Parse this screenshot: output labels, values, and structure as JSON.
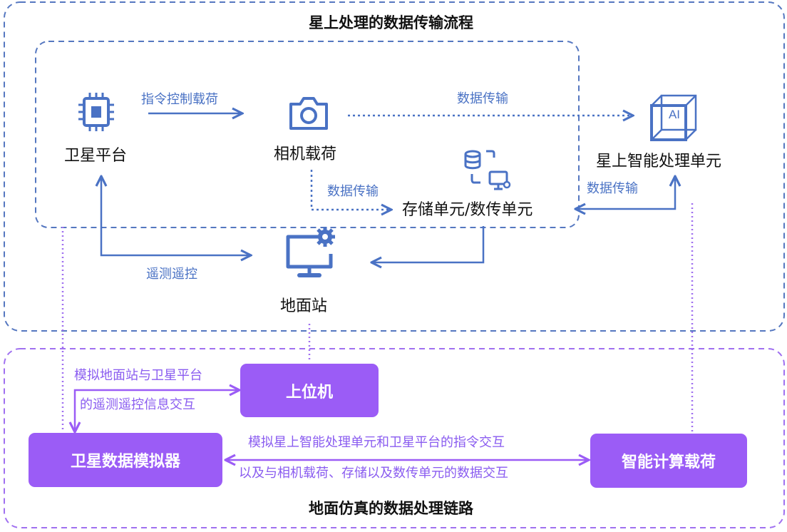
{
  "top_section": {
    "title": "星上处理的数据传输流程",
    "nodes": {
      "satellite_platform": "卫星平台",
      "camera_payload": "相机载荷",
      "onboard_ai_unit": "星上智能处理单元",
      "storage_transmission_unit": "存储单元/数传单元",
      "ground_station": "地面站"
    },
    "edges": {
      "command_control_payload": "指令控制载荷",
      "data_transmission_camera_to_ai": "数据传输",
      "data_transmission_camera_to_storage": "数据传输",
      "data_transmission_ai_storage": "数据传输",
      "telemetry_telecontrol": "遥测遥控"
    },
    "ai_cube_label": "AI"
  },
  "bottom_section": {
    "title": "地面仿真的数据处理链路",
    "boxes": {
      "host_computer": "上位机",
      "satellite_data_simulator": "卫星数据模拟器",
      "intelligent_computing_payload": "智能计算载荷"
    },
    "edges": {
      "sim_ground_line1": "模拟地面站与卫星平台",
      "sim_ground_line2": "的遥测遥控信息交互",
      "sim_ai_line1": "模拟星上智能处理单元和卫星平台的指令交互",
      "sim_ai_line2": "以及与相机载荷、存储以及数传单元的数据交互"
    }
  },
  "colors": {
    "blue": "#4a72c4",
    "purple": "#9b5cf6",
    "purple_line": "#a070f0"
  },
  "icons": [
    "chip-icon",
    "camera-icon",
    "ai-cube-icon",
    "database-icon",
    "monitor-icon",
    "monitor-gear-icon"
  ]
}
